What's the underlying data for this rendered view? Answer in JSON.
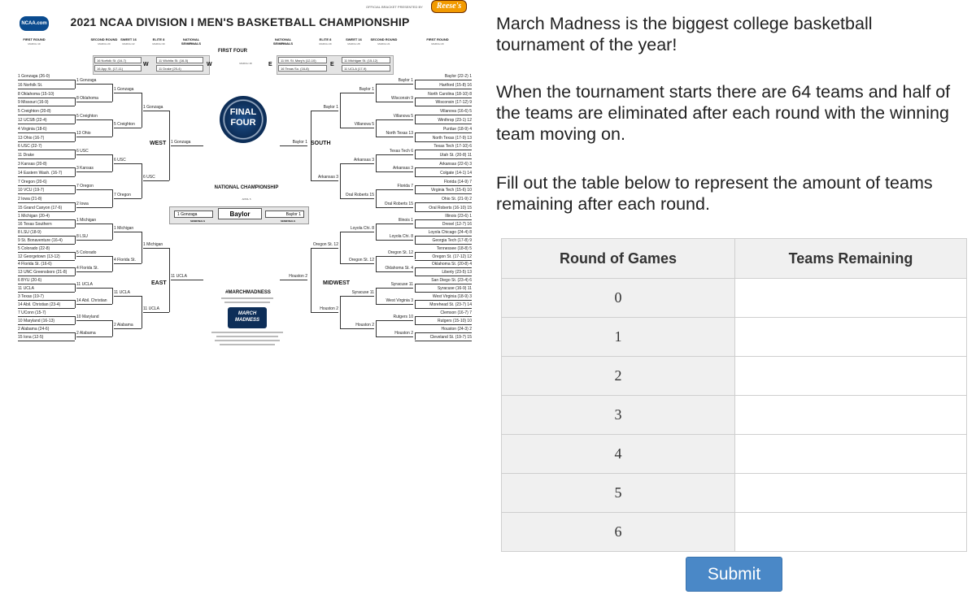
{
  "bracket": {
    "title": "2021 NCAA DIVISION I MEN'S BASKETBALL CHAMPIONSHIP",
    "logo_text": "NCAA.com",
    "sponsor_text": "OFFICIAL BRACKET PRESENTED BY",
    "sponsor_logo": "Reese's",
    "first_four_label": "FIRST FOUR",
    "rounds": [
      {
        "label": "FIRST ROUND",
        "date": "MARCH 19"
      },
      {
        "label": "SECOND ROUND",
        "date": "MARCH 20"
      },
      {
        "label": "SWEET 16",
        "date": "MARCH 22"
      },
      {
        "label": "ELITE 8",
        "date": "MARCH 30"
      },
      {
        "label": "NATIONAL SEMIFINALS",
        "date": "APRIL 3"
      },
      {
        "label": "NATIONAL SEMIFINALS",
        "date": "APRIL 3"
      },
      {
        "label": "ELITE 8",
        "date": "MARCH 29"
      },
      {
        "label": "SWEET 16",
        "date": "MARCH 28"
      },
      {
        "label": "SECOND ROUND",
        "date": "MARCH 21"
      },
      {
        "label": "FIRST ROUND",
        "date": "MARCH 20"
      }
    ],
    "first_four": {
      "left": [
        "16 Norfolk St. (16-7)",
        "16 App St. (17-11)",
        "11 Wichita St. (16-5)",
        "11 Drake (25-4)"
      ],
      "right": [
        "11 Mt. St. Mary's (12-10)",
        "16 Texas So. (16-8)",
        "11 Michigan St. (15-12)",
        "11 UCLA (17-9)"
      ],
      "letters": [
        "W",
        "W",
        "E",
        "E"
      ],
      "date": "MARCH 18"
    },
    "regions": [
      "WEST",
      "SOUTH",
      "EAST",
      "MIDWEST"
    ],
    "final_four_logo": "FINAL FOUR",
    "national_championship": "NATIONAL CHAMPIONSHIP",
    "championship_date": "APRIL 5",
    "semifinal_label": "SEMIFINALS",
    "final_left": "1 Gonzaga",
    "final_center": "Baylor",
    "final_right": "Baylor 1",
    "hashtag": "#MARCHMADNESS",
    "mm_logo": "MARCH MADNESS",
    "west_r1": [
      "1 Gonzaga (26-0)",
      "16 Norfolk St.",
      "8 Oklahoma (15-10)",
      "9 Missouri (16-9)",
      "5 Creighton (20-8)",
      "12 UCSB (22-4)",
      "4 Virginia (18-6)",
      "13 Ohio (16-7)",
      "6 USC (22-7)",
      "11 Drake",
      "3 Kansas (20-8)",
      "14 Eastern Wash. (16-7)",
      "7 Oregon (20-6)",
      "10 VCU (19-7)",
      "2 Iowa (21-8)",
      "15 Grand Canyon (17-6)"
    ],
    "west_r2": [
      "1 Gonzaga",
      "8 Oklahoma",
      "5 Creighton",
      "13 Ohio",
      "6 USC",
      "3 Kansas",
      "7 Oregon",
      "2 Iowa"
    ],
    "west_s16": [
      "1 Gonzaga",
      "5 Creighton",
      "6 USC",
      "7 Oregon"
    ],
    "west_e8": [
      "1 Gonzaga",
      "6 USC"
    ],
    "west_ff": "1 Gonzaga",
    "east_r1": [
      "1 Michigan (20-4)",
      "16 Texas Southern",
      "8 LSU (18-9)",
      "9 St. Bonaventure (16-4)",
      "5 Colorado (22-8)",
      "12 Georgetown (13-12)",
      "4 Florida St. (16-6)",
      "13 UNC Greensboro (21-8)",
      "6 BYU (20-6)",
      "11 UCLA",
      "3 Texas (19-7)",
      "14 Abil. Christian (23-4)",
      "7 UConn (15-7)",
      "10 Maryland (16-13)",
      "2 Alabama (24-6)",
      "15 Iona (12-5)"
    ],
    "east_r2": [
      "1 Michigan",
      "8 LSU",
      "5 Colorado",
      "4 Florida St.",
      "11 UCLA",
      "14 Abil. Christian",
      "10 Maryland",
      "2 Alabama"
    ],
    "east_s16": [
      "1 Michigan",
      "4 Florida St.",
      "11 UCLA",
      "2 Alabama"
    ],
    "east_e8": [
      "1 Michigan",
      "11 UCLA"
    ],
    "east_ff": "11 UCLA",
    "south_r1": [
      "Baylor (22-2) 1",
      "Hartford (15-8) 16",
      "North Carolina (18-10) 8",
      "Wisconsin (17-12) 9",
      "Villanova (16-6) 5",
      "Winthrop (23-1) 12",
      "Purdue (18-9) 4",
      "North Texas (17-9) 13",
      "Texas Tech (17-10) 6",
      "Utah St. (20-8) 11",
      "Arkansas (22-6) 3",
      "Colgate (14-1) 14",
      "Florida (14-9) 7",
      "Virginia Tech (15-6) 10",
      "Ohio St. (21-9) 2",
      "Oral Roberts (16-10) 15"
    ],
    "south_r2": [
      "Baylor 1",
      "Wisconsin 9",
      "Villanova 5",
      "North Texas 13",
      "Texas Tech 6",
      "Arkansas 3",
      "Florida 7",
      "Oral Roberts 15"
    ],
    "south_s16": [
      "Baylor 1",
      "Villanova 5",
      "Arkansas 3",
      "Oral Roberts 15"
    ],
    "south_e8": [
      "Baylor 1",
      "Arkansas 3"
    ],
    "south_ff": "Baylor 1",
    "midwest_r1": [
      "Illinois (23-6) 1",
      "Drexel (12-7) 16",
      "Loyola Chicago (24-4) 8",
      "Georgia Tech (17-8) 9",
      "Tennessee (18-8) 5",
      "Oregon St. (17-12) 12",
      "Oklahoma St. (20-8) 4",
      "Liberty (23-5) 13",
      "San Diego St. (23-4) 6",
      "Syracuse (16-9) 11",
      "West Virginia (18-9) 3",
      "Morehead St. (23-7) 14",
      "Clemson (16-7) 7",
      "Rutgers (15-10) 10",
      "Houston (24-3) 2",
      "Cleveland St. (19-7) 15"
    ],
    "midwest_r2": [
      "Illinois 1",
      "Loyola Chi. 8",
      "Oregon St. 12",
      "Oklahoma St. 4",
      "Syracuse 11",
      "West Virginia 3",
      "Rutgers 10",
      "Houston 2"
    ],
    "midwest_s16": [
      "Loyola Chi. 8",
      "Oregon St. 12",
      "Syracuse 11",
      "Houston 2"
    ],
    "midwest_e8": [
      "Oregon St. 12",
      "Houston 2"
    ],
    "midwest_ff": "Houston 2"
  },
  "intro": {
    "p1": "March Madness is the biggest college basketball tournament of the year!",
    "p2": "When the tournament starts there are 64 teams and half of the teams are eliminated after each round with the winning team moving on.",
    "p3": "Fill out the table below to represent the amount of teams remaining after each round."
  },
  "table": {
    "headers": [
      "Round of Games",
      "Teams Remaining"
    ],
    "rounds": [
      "0",
      "1",
      "2",
      "3",
      "4",
      "5",
      "6"
    ],
    "answers": [
      "",
      "",
      "",
      "",
      "",
      "",
      ""
    ]
  },
  "submit_label": "Submit"
}
